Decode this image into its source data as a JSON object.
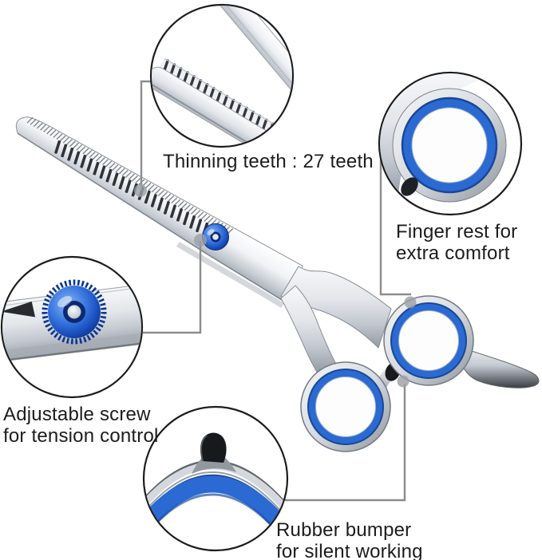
{
  "figure": {
    "subject": "thinning-scissors-annotated-diagram",
    "teeth_count_text": "27"
  },
  "colors": {
    "ring_blue": "#2b6ad2",
    "ring_blue_edge": "#1a4794",
    "screw_blue": "#1c55c4",
    "metal_light": "#f4f6f8",
    "metal_dark": "#8f959d",
    "callout_circle_stroke": "#1c1c1c",
    "connector_gray": "#8c8c8c",
    "bumper_black": "#17191d",
    "text": "#1c1c1c",
    "background": "#ffffff"
  },
  "callouts": {
    "thinning_teeth": {
      "line1": "Thinning teeth : 27 teeth"
    },
    "finger_rest": {
      "line1": "Finger rest for",
      "line2": "extra comfort"
    },
    "adjustable_screw": {
      "line1": "Adjustable screw",
      "line2": "for tension control"
    },
    "rubber_bumper": {
      "line1": "Rubber bumper",
      "line2": "for silent working"
    }
  }
}
